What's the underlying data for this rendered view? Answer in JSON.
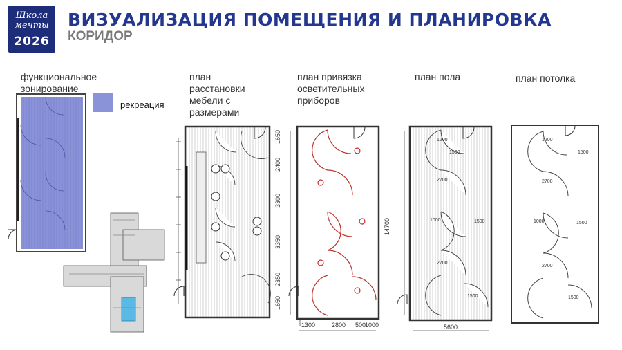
{
  "logo": {
    "line1": "Школа",
    "line2": "мечты",
    "year": "2026"
  },
  "header": {
    "title": "ВИЗУАЛИЗАЦИЯ ПОМЕЩЕНИЯ И ПЛАНИРОВКА",
    "subtitle": "КОРИДОР"
  },
  "panels": {
    "zoning": {
      "caption_l1": "функциональное",
      "caption_l2": "зонирование"
    },
    "furniture": {
      "caption_l1": "план",
      "caption_l2": "расстановки",
      "caption_l3": "мебели с",
      "caption_l4": "размерами"
    },
    "lighting": {
      "caption_l1": "план привязка",
      "caption_l2": "осветительных",
      "caption_l3": "приборов"
    },
    "floor": {
      "caption": "план пола"
    },
    "ceiling": {
      "caption": "план потолка"
    }
  },
  "legend": {
    "label": "рекреация",
    "color": "#8a93d8"
  },
  "dimensions": {
    "lighting_vertical": [
      "1650",
      "2400",
      "3300",
      "3350",
      "2350",
      "1650"
    ],
    "lighting_horizontal": [
      "1300",
      "2800",
      "500",
      "1000"
    ],
    "total_length": "14700",
    "width": "5600"
  },
  "floor_labels": [
    "1200",
    "1500",
    "2700",
    "1000",
    "1500",
    "2700",
    "1500"
  ],
  "ceiling_labels": [
    "1200",
    "1500",
    "2700",
    "1000",
    "1500",
    "2700",
    "1500"
  ],
  "colors": {
    "brand": "#23378f",
    "lighting_marks": "#c0302b",
    "zoning_fill": "#8a93d8"
  }
}
